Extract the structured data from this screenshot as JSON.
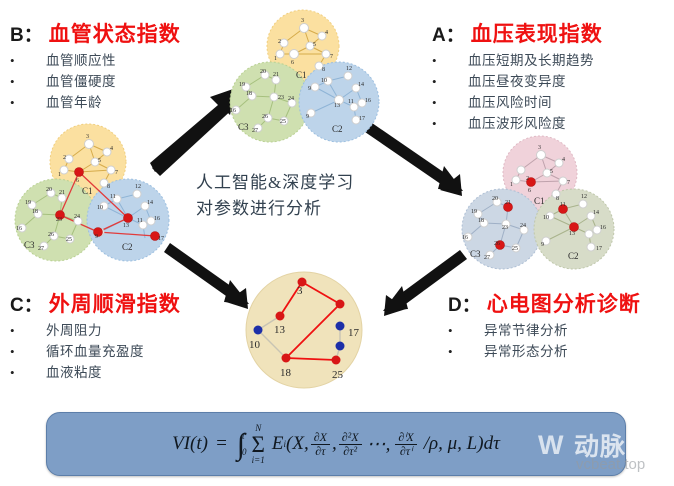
{
  "sections": {
    "A": {
      "letter": "A：",
      "title": "血压表现指数",
      "bullets": [
        "血压短期及长期趋势",
        "血压昼夜变异度",
        "血压风险时间",
        "血压波形风险度"
      ]
    },
    "B": {
      "letter": "B：",
      "title": "血管状态指数",
      "bullets": [
        "血管顺应性",
        "血管僵硬度",
        "血管年龄"
      ]
    },
    "C": {
      "letter": "C：",
      "title": "外周顺滑指数",
      "bullets": [
        "外周阻力",
        "循环血量充盈度",
        "血液粘度"
      ]
    },
    "D": {
      "letter": "D：",
      "title": "心电图分析诊断",
      "bullets": [
        "异常节律分析",
        "异常形态分析"
      ]
    }
  },
  "center_caption": {
    "line1": "人工智能&深度学习",
    "line2": "对参数进行分析"
  },
  "formula": {
    "lhs": "VI(t)",
    "equals": "=",
    "integral_lower": "0",
    "integral_upper": "t",
    "sum_upper": "N",
    "sum_lower": "i=1",
    "term_E": "E",
    "term_E_sub": "i",
    "open_paren": "(X,",
    "frac1_num": "∂X",
    "frac1_den": "∂τ",
    "frac2_num": "∂²X",
    "frac2_den": "∂τ²",
    "ellipsis": "⋯,",
    "frac3_num": "∂ⁱX",
    "frac3_den": "∂τⁱ",
    "tail": "/ρ, μ, L)dτ",
    "comma": ",",
    "box_color": "#7e9ec6"
  },
  "watermark": {
    "cn": "动脉网",
    "en": "vcbeat.top",
    "logo": "W"
  },
  "bullet_glyph": "•",
  "colors": {
    "title_red": "#ef1111",
    "letter_dark": "#1a1a1a",
    "bullet_text": "#3d4a57",
    "arrow_black": "#111111",
    "node_red": "#d81616",
    "node_blue": "#1d2fa8",
    "cluster_yellow": "#fbe0a0",
    "cluster_green": "#cfe0b0",
    "cluster_blue": "#bdd4ea",
    "cluster_pink": "#f0d2da",
    "cluster_graygreen": "#d7dcc8",
    "cluster_grayblue": "#ccd7e4",
    "cluster_cream": "#f0e3bb"
  },
  "graphs": {
    "top": {
      "name": "top-cluster-graph",
      "clusters": [
        {
          "id": "C1",
          "label": "C1",
          "nodes": [
            "1",
            "2",
            "3",
            "4",
            "5",
            "6",
            "7",
            "8"
          ]
        },
        {
          "id": "C3",
          "label": "C3",
          "nodes": [
            "16",
            "18",
            "19",
            "20",
            "21",
            "22",
            "23",
            "24",
            "25",
            "26",
            "27"
          ]
        },
        {
          "id": "C2",
          "label": "C2",
          "nodes": [
            "9",
            "10",
            "11",
            "12",
            "13",
            "14",
            "16",
            "17"
          ]
        }
      ]
    },
    "left": {
      "name": "left-cluster-graph",
      "clusters": [
        {
          "id": "C1",
          "label": "C1"
        },
        {
          "id": "C3",
          "label": "C3"
        },
        {
          "id": "C2",
          "label": "C2"
        }
      ],
      "highlighted_nodes": [
        "6",
        "23",
        "13",
        "25",
        "17"
      ]
    },
    "right": {
      "name": "right-cluster-graph",
      "clusters": [
        {
          "id": "C1",
          "label": "C1"
        },
        {
          "id": "C3",
          "label": "C3"
        },
        {
          "id": "C2",
          "label": "C2"
        }
      ],
      "highlighted_nodes": [
        "2",
        "20",
        "25",
        "11",
        "13"
      ]
    },
    "bottom": {
      "name": "bottom-summary-graph",
      "labels": [
        "3",
        "13",
        "10",
        "18",
        "17",
        "25"
      ],
      "red_nodes": [
        "3",
        "13",
        "18",
        "25"
      ],
      "blue_nodes": [
        "10",
        "17"
      ]
    }
  }
}
